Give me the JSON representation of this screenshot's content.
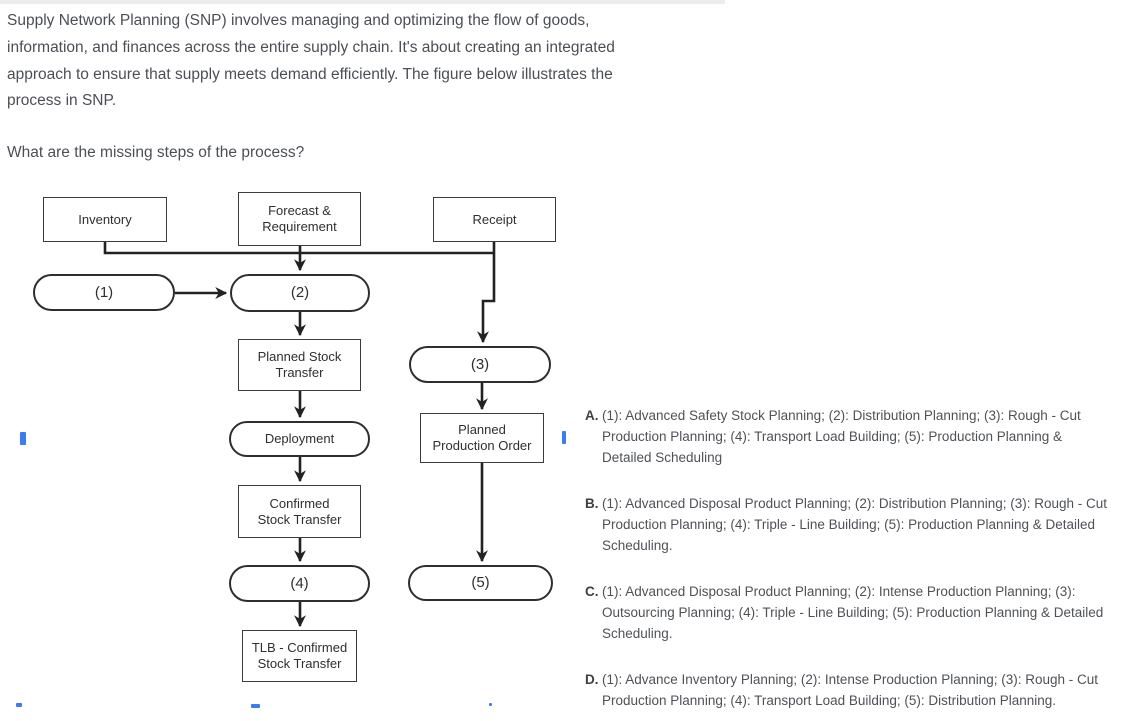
{
  "intro": {
    "lines": [
      "Supply Network Planning (SNP) involves managing and optimizing the flow of goods,",
      "information, and finances across the entire supply chain. It's about creating an integrated",
      "approach to ensure that supply meets demand efficiently. The figure below illustrates the",
      "process in SNP."
    ]
  },
  "question": "What are the missing steps of the process?",
  "flowchart": {
    "nodes": {
      "inventory": {
        "label": "Inventory"
      },
      "forecast": {
        "label": "Forecast & Requirement"
      },
      "receipt": {
        "label": "Receipt"
      },
      "step1": {
        "label": "(1)"
      },
      "step2": {
        "label": "(2)"
      },
      "planned_stock_transfer": {
        "label": "Planned Stock Transfer"
      },
      "step3": {
        "label": "(3)"
      },
      "deployment": {
        "label": "Deployment"
      },
      "planned_production_order": {
        "label": "Planned Production Order"
      },
      "confirmed_stock_transfer": {
        "label": "Confirmed Stock Transfer"
      },
      "step4": {
        "label": "(4)"
      },
      "step5": {
        "label": "(5)"
      },
      "tlb_confirmed_stock_transfer": {
        "label": "TLB - Confirmed Stock Transfer"
      }
    }
  },
  "options": [
    {
      "letter": "A.",
      "lines": [
        "(1): Advanced Safety Stock Planning; (2): Distribution Planning; (3): Rough - Cut",
        "Production Planning; (4): Transport Load Building; (5): Production Planning &",
        "Detailed Scheduling"
      ]
    },
    {
      "letter": "B.",
      "lines": [
        "(1): Advanced Disposal Product Planning; (2): Distribution Planning; (3): Rough - Cut",
        "Production Planning; (4): Triple - Line Building; (5): Production Planning & Detailed",
        "Scheduling."
      ]
    },
    {
      "letter": "C.",
      "lines": [
        "(1): Advanced Disposal Product Planning; (2): Intense Production Planning; (3):",
        "Outsourcing Planning; (4): Triple - Line Building; (5): Production Planning & Detailed",
        "Scheduling."
      ]
    },
    {
      "letter": "D.",
      "lines": [
        "(1): Advance Inventory Planning; (2): Intense Production Planning; (3): Rough - Cut",
        "Production Planning; (4): Transport Load Building; (5): Distribution Planning."
      ]
    }
  ],
  "colors": {
    "accent_blue": "#3b7cf5",
    "diagram_line": "#222222",
    "body_text": "#4b4f55"
  }
}
